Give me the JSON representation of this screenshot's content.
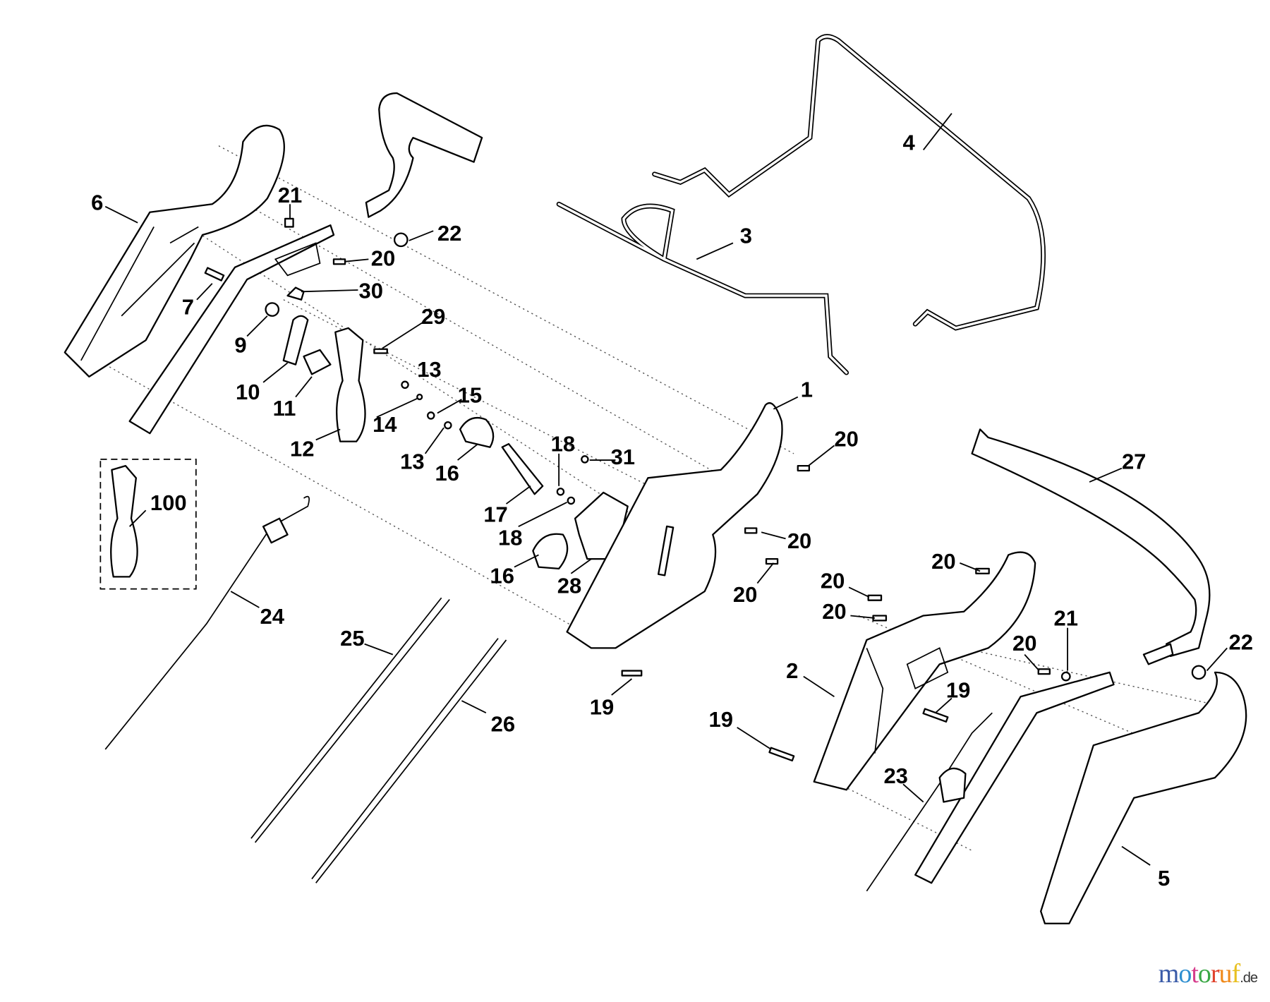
{
  "diagram": {
    "part_labels": [
      "1",
      "2",
      "3",
      "4",
      "5",
      "6",
      "7",
      "9",
      "10",
      "11",
      "12",
      "13",
      "13",
      "14",
      "15",
      "16",
      "16",
      "17",
      "18",
      "18",
      "19",
      "19",
      "19",
      "20",
      "20",
      "20",
      "20",
      "20",
      "20",
      "20",
      "20",
      "21",
      "21",
      "22",
      "22",
      "23",
      "24",
      "25",
      "26",
      "27",
      "28",
      "29",
      "30",
      "31",
      "100"
    ]
  },
  "watermark": {
    "letters": [
      "m",
      "o",
      "t",
      "o",
      "r",
      "u",
      "f"
    ],
    "suffix": ".de",
    "colors": [
      "#3a5ba8",
      "#2f8fd0",
      "#d63c8c",
      "#3aa845",
      "#e0402a",
      "#f08a1c",
      "#e8c020"
    ]
  }
}
